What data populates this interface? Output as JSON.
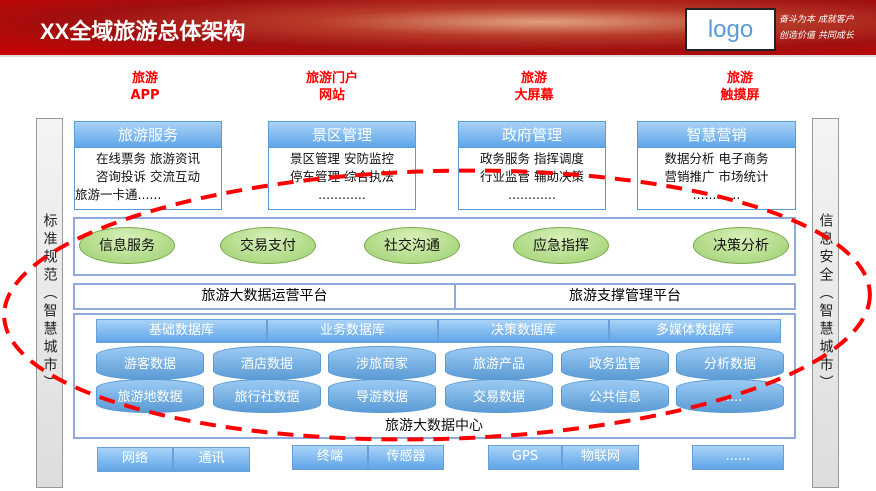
{
  "header": {
    "title": "XX全域旅游总体架构",
    "logo": "logo",
    "slogan": [
      "奋斗为本  成就客户",
      "创造价值  共同成长"
    ]
  },
  "channels": [
    {
      "line1": "旅游",
      "line2": "APP"
    },
    {
      "line1": "旅游门户",
      "line2": "网站"
    },
    {
      "line1": "旅游",
      "line2": "大屏幕"
    },
    {
      "line1": "旅游",
      "line2": "触摸屏"
    }
  ],
  "left_pillar": "标准规范（智慧城市）",
  "right_pillar": "信息安全（智慧城市）",
  "services": [
    {
      "title": "旅游服务",
      "lines": [
        "在线票务 旅游资讯",
        "咨询投诉 交流互动",
        "旅游一卡通......"
      ]
    },
    {
      "title": "景区管理",
      "lines": [
        "景区管理 安防监控",
        "停车管理 综合执法",
        "............"
      ]
    },
    {
      "title": "政府管理",
      "lines": [
        "政务服务 指挥调度",
        "行业监管  辅助决策",
        "............"
      ]
    },
    {
      "title": "智慧营销",
      "lines": [
        "数据分析  电子商务",
        "营销推广  市场统计",
        "............"
      ]
    }
  ],
  "functions": [
    "信息服务",
    "交易支付",
    "社交沟通",
    "应急指挥",
    "决策分析"
  ],
  "platforms": [
    "旅游大数据运营平台",
    "旅游支撑管理平台"
  ],
  "databases": [
    "基础数据库",
    "业务数据库",
    "决策数据库",
    "多媒体数据库"
  ],
  "data_row1": [
    "游客数据",
    "酒店数据",
    "涉旅商家",
    "旅游产品",
    "政务监管",
    "分析数据"
  ],
  "data_row2": [
    "旅游地数据",
    "旅行社数据",
    "导游数据",
    "交易数据",
    "公共信息",
    "......"
  ],
  "data_center_label": "旅游大数据中心",
  "infrastructure": [
    [
      "网络",
      "通讯"
    ],
    [
      "终端",
      "传感器"
    ],
    [
      "GPS",
      "物联网"
    ],
    [
      "......"
    ]
  ],
  "colors": {
    "accent_red": "#ff0000",
    "blue": "#5b9bd5",
    "green": "#9ccf6e"
  }
}
